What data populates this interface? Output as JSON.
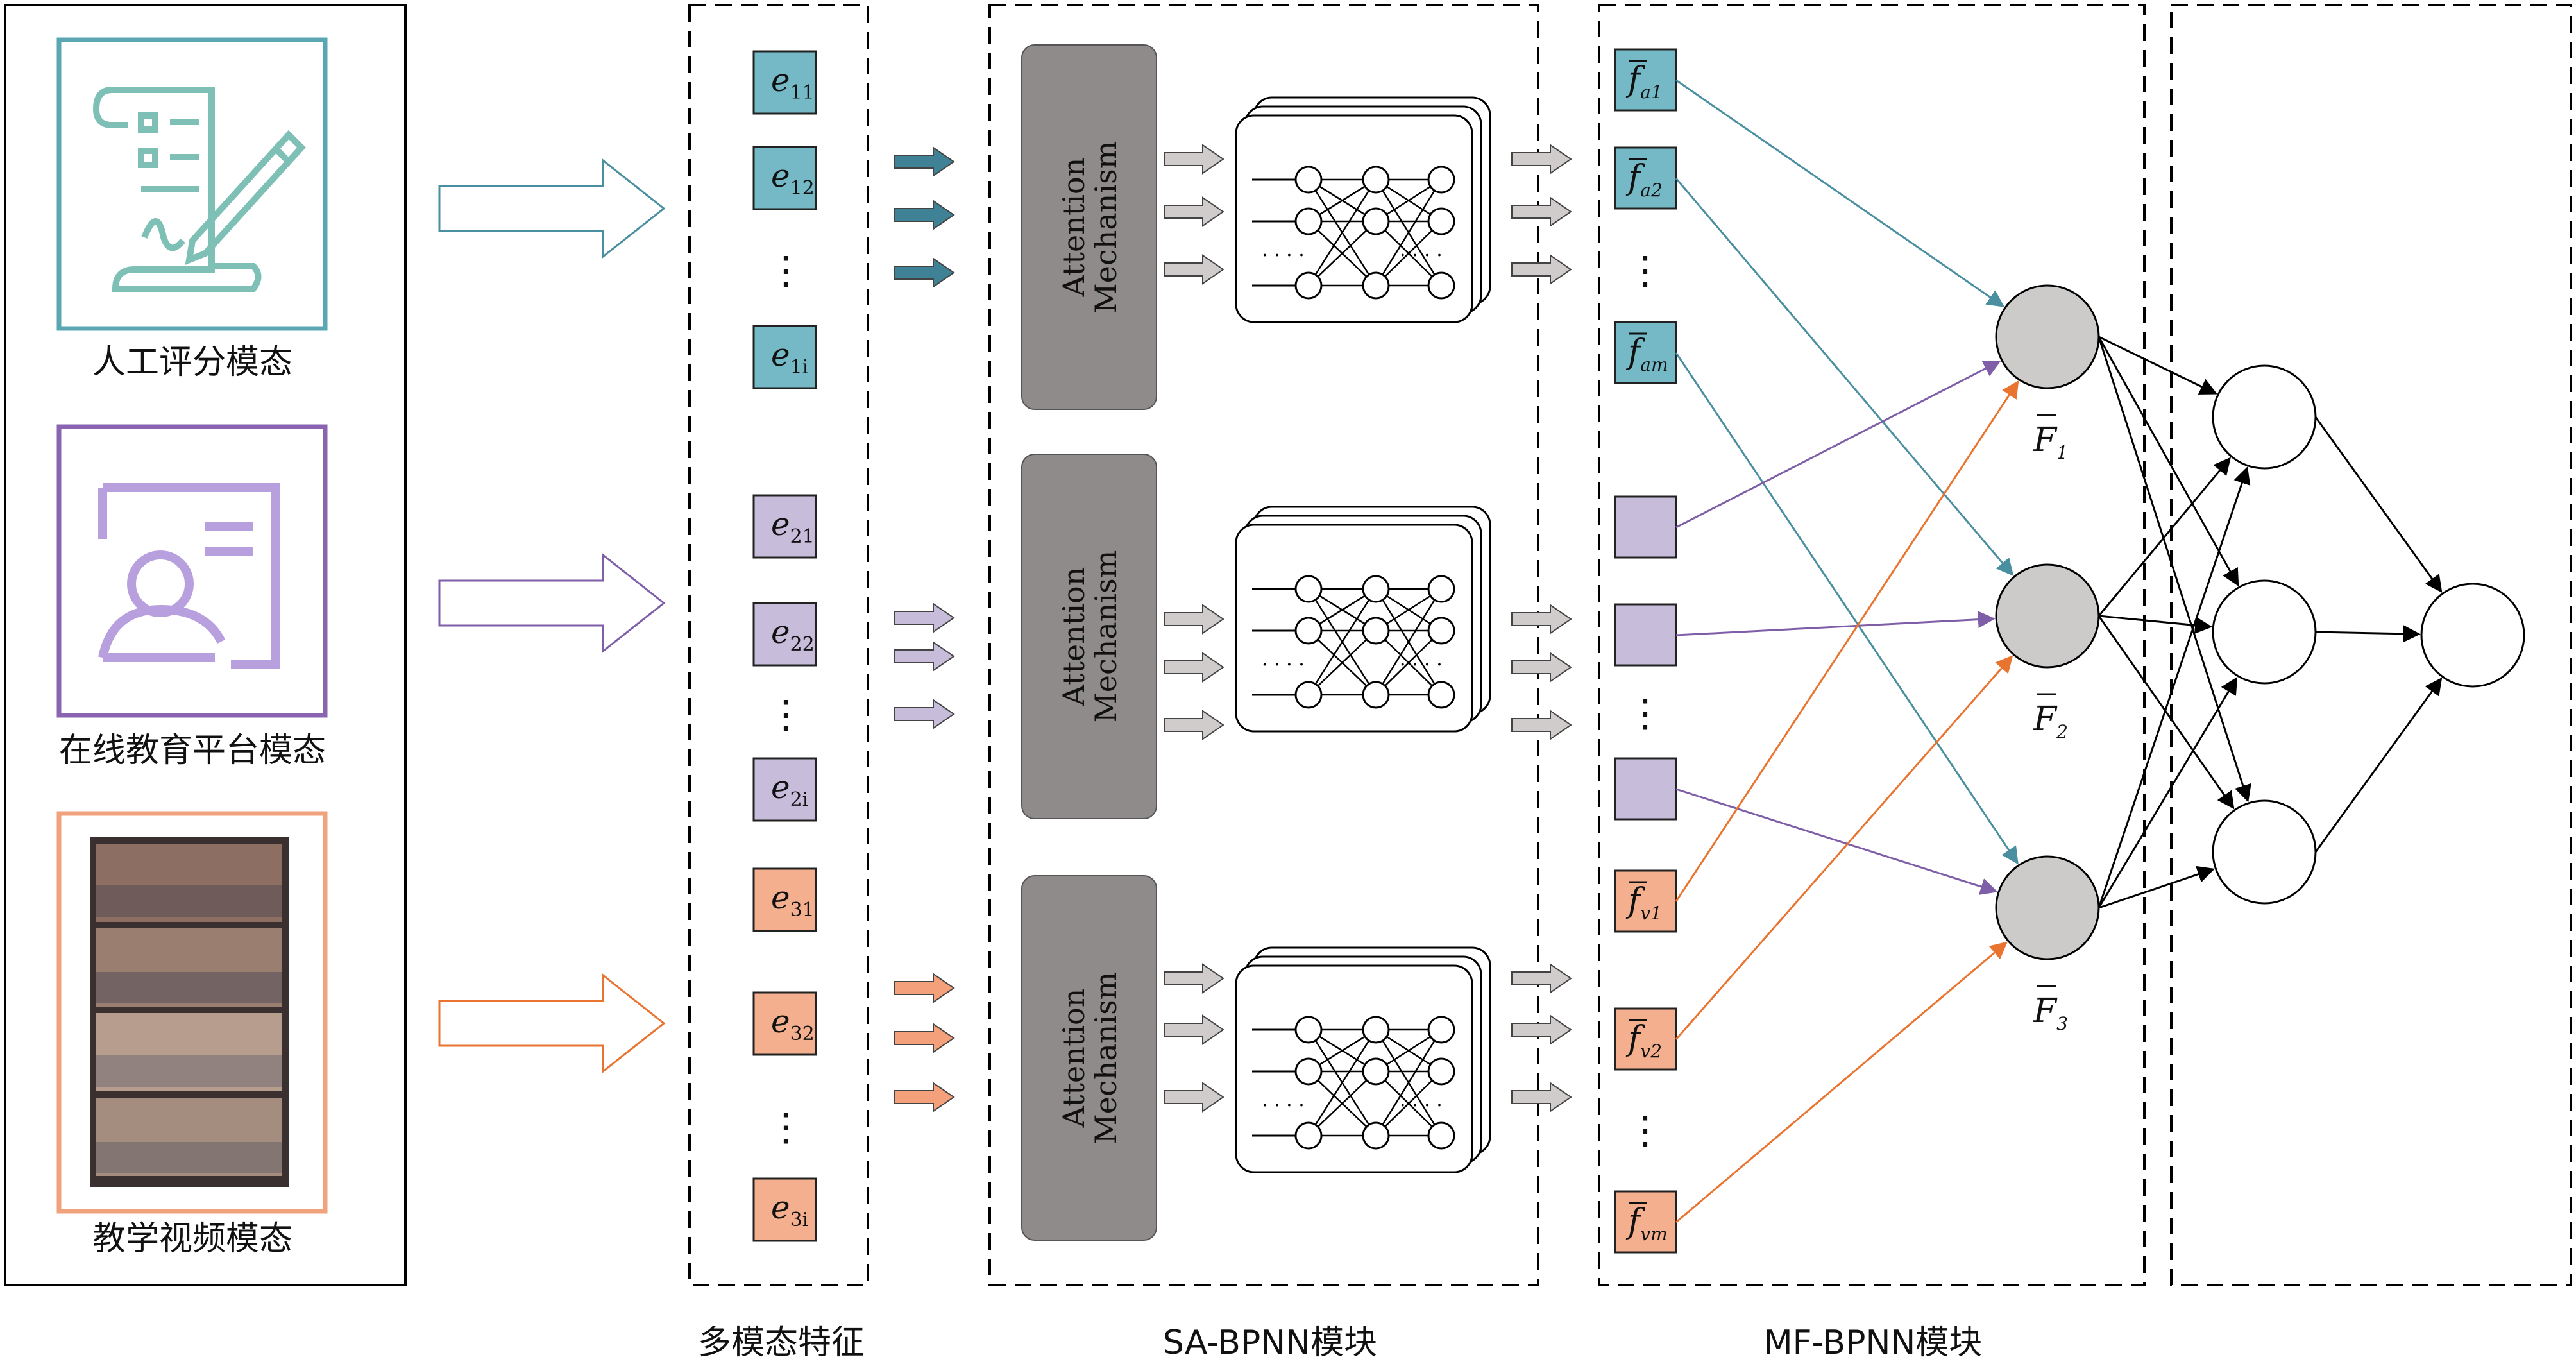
{
  "modalities": [
    {
      "label": "人工评分模态",
      "icon": "scroll-pencil-icon",
      "color": "#5aa7b3"
    },
    {
      "label": "在线教育平台模态",
      "icon": "person-board-icon",
      "color": "#9a7ec0"
    },
    {
      "label": "教学视频模态",
      "icon": "classroom-video-icon",
      "color": "#f0a27c"
    }
  ],
  "features": {
    "groups": [
      {
        "color": "#74b9c5",
        "items": [
          "e",
          "e",
          "⋮",
          "e"
        ],
        "subs": [
          "11",
          "12",
          "",
          "1i"
        ]
      },
      {
        "color": "#c8bcdb",
        "items": [
          "e",
          "e",
          "⋮",
          "e"
        ],
        "subs": [
          "21",
          "22",
          "",
          "2i"
        ]
      },
      {
        "color": "#f4b08e",
        "items": [
          "e",
          "e",
          "⋮",
          "e"
        ],
        "subs": [
          "31",
          "32",
          "",
          "3i"
        ]
      }
    ]
  },
  "attention_label_line1": "Attention",
  "attention_label_line2": "Mechanism",
  "fused_features": {
    "group1": {
      "base": "f",
      "subs": [
        "a1",
        "a2",
        "am"
      ]
    },
    "group3": {
      "base": "f",
      "subs": [
        "v1",
        "v2",
        "vm"
      ]
    },
    "dots": "⋮"
  },
  "fusion_nodes": [
    {
      "base": "F",
      "sub": "1"
    },
    {
      "base": "F",
      "sub": "2"
    },
    {
      "base": "F",
      "sub": "3"
    }
  ],
  "section_labels": {
    "features": "多模态特征",
    "sa_bpnn": "SA-BPNN模块",
    "mf_bpnn": "MF-BPNN模块"
  },
  "colors": {
    "teal": "#4a8fa0",
    "purple": "#7f5ea8",
    "orange": "#e8742f",
    "gray_node": "#cdcaca",
    "attention_box": "#8f8b8b"
  }
}
